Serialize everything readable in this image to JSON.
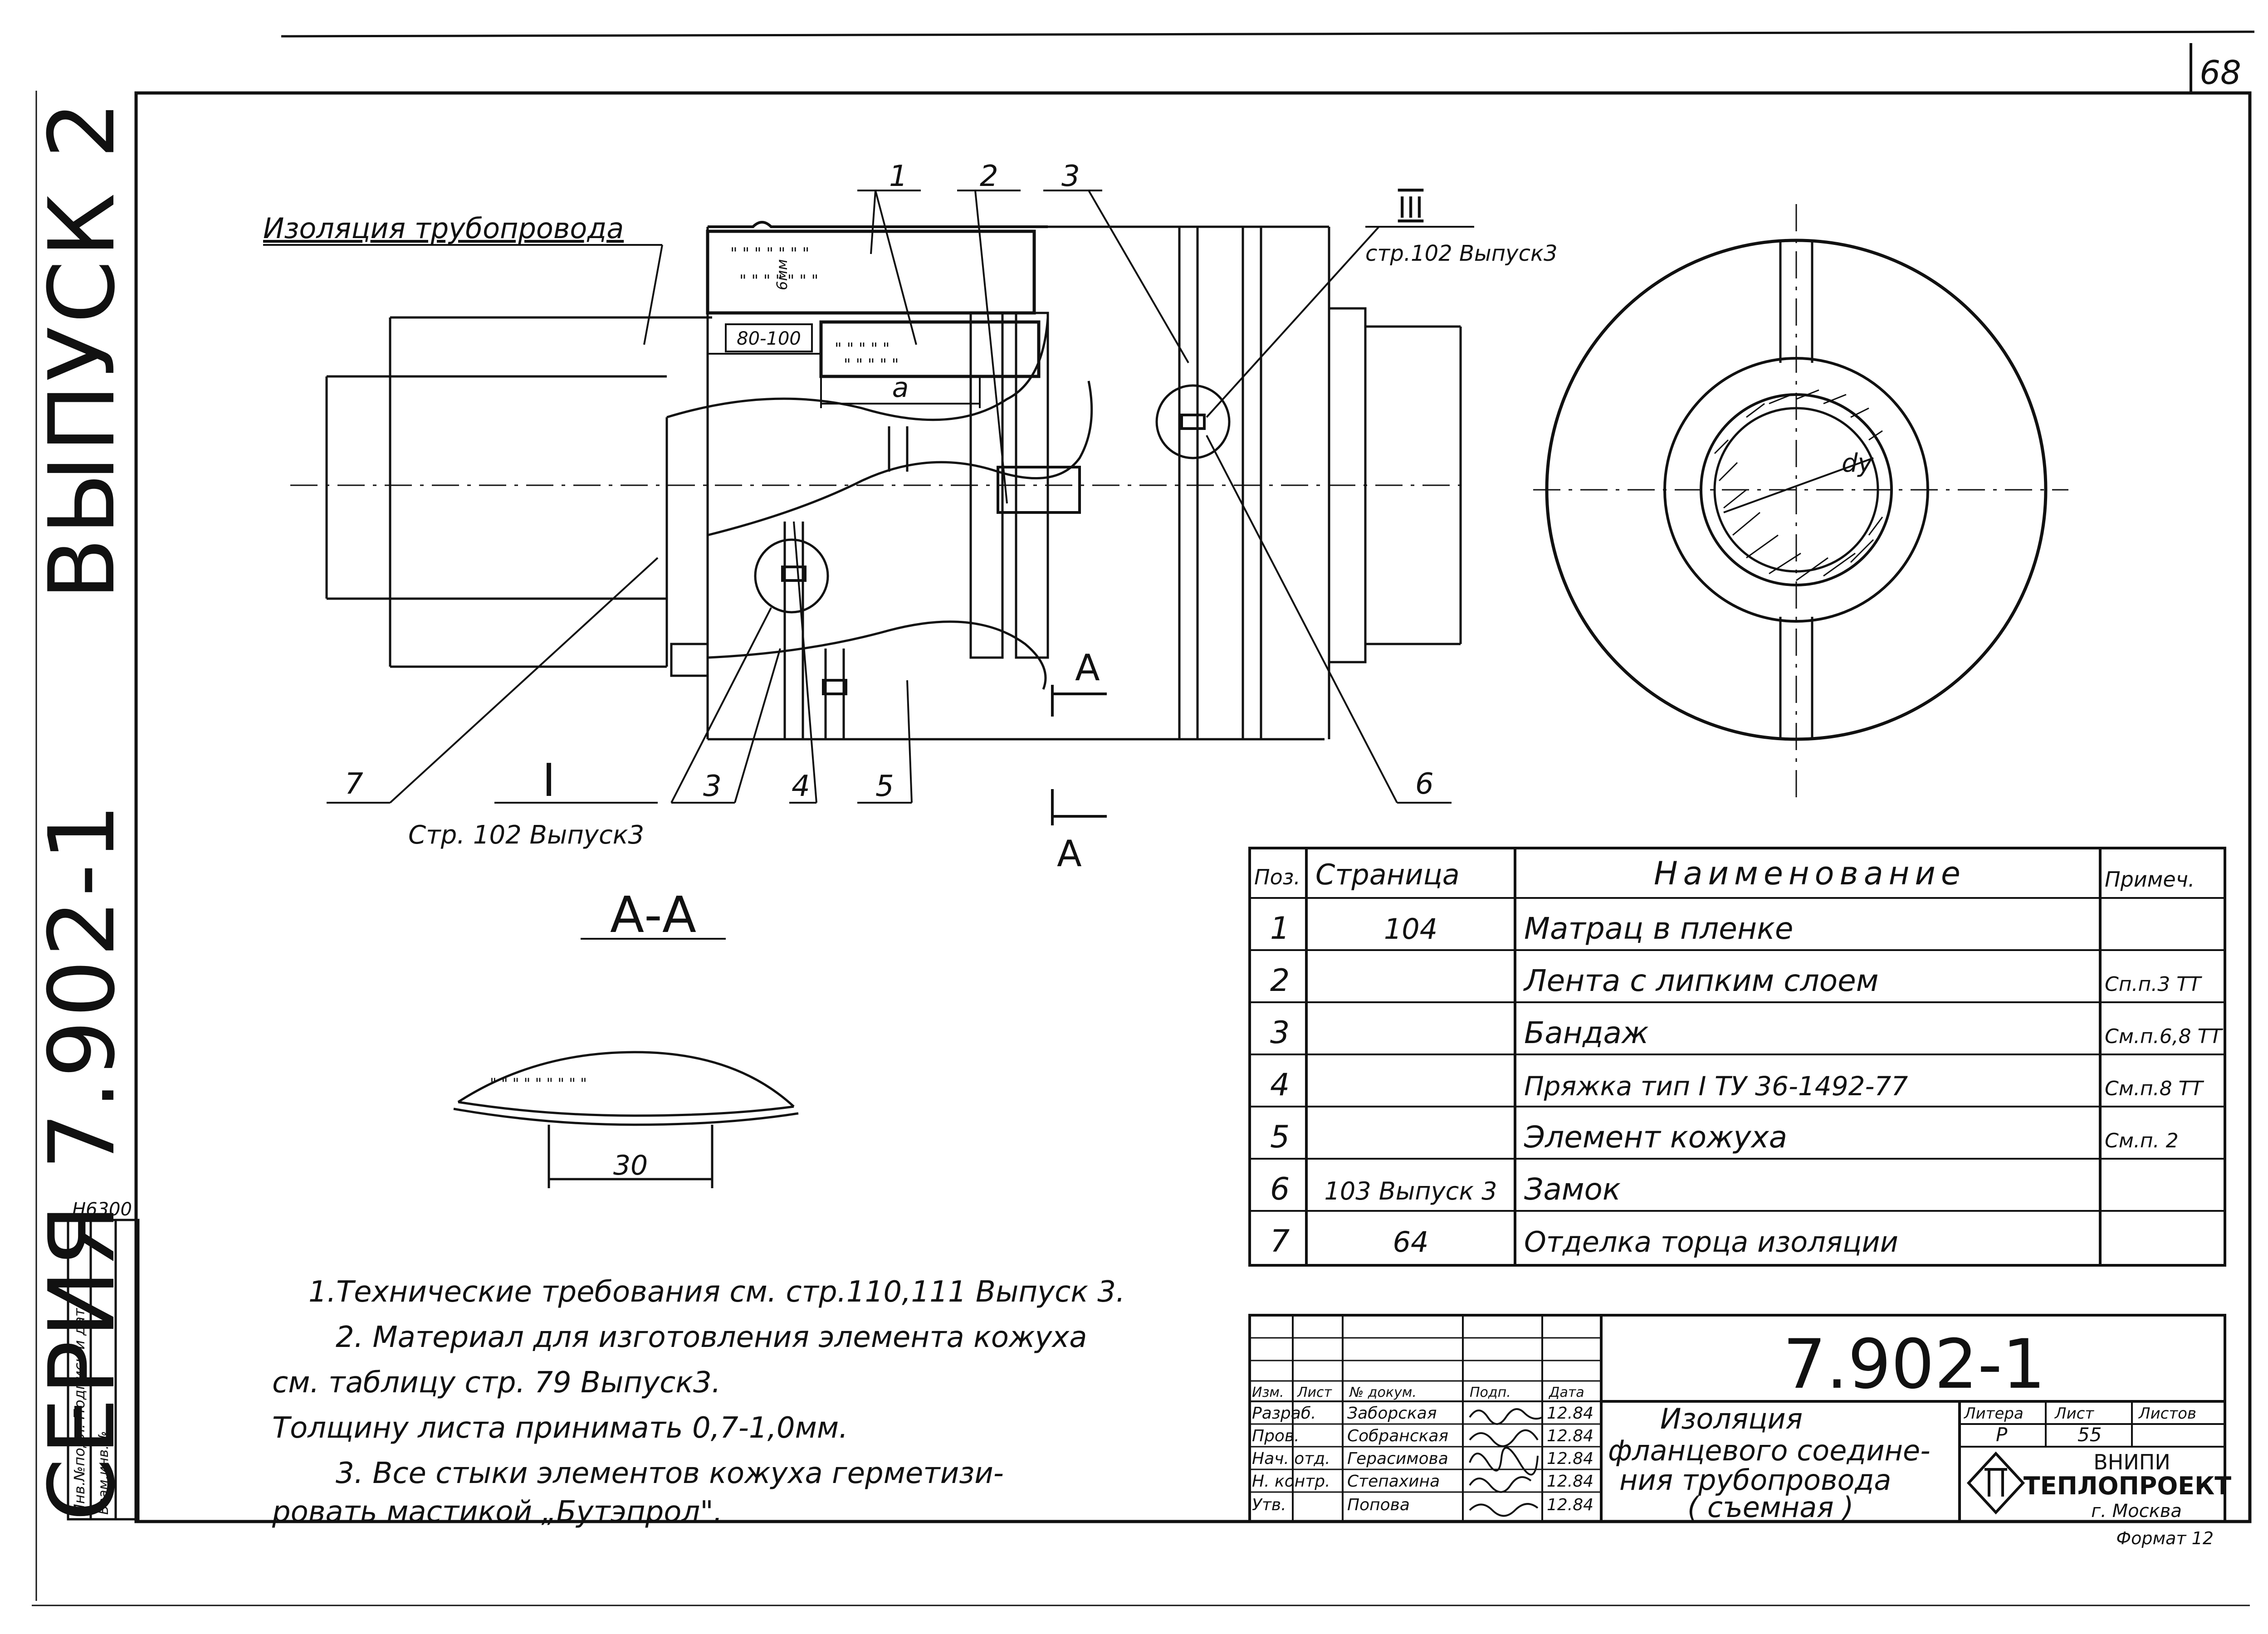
{
  "sheet_number": "68",
  "side_caption": {
    "series": "СЕРИЯ 7.902-1",
    "issue": "ВЫПУСК 2"
  },
  "stamp_codes": {
    "h": "Н6300",
    "side_columns": [
      "Инв.№подл.",
      "Подпись и дата",
      "Взам.инв.№"
    ]
  },
  "drawing": {
    "insulation_label": "Изоляция трубопровода",
    "dim_80_100": "80-100",
    "dim_a": "a",
    "dim_dy": "dy",
    "dim_30": "30",
    "wrap_text": "6мм",
    "ref_I": "I",
    "ref_III": "III",
    "ref_I_page": "Стр. 102  Выпуск3",
    "ref_III_page": "стр.102 Выпуск3",
    "section_mark": "А",
    "section_title": "А-А",
    "callouts": [
      "1",
      "2",
      "3",
      "3",
      "4",
      "5",
      "6",
      "7"
    ]
  },
  "parts_table": {
    "headers": [
      "Поз.",
      "Страница",
      "Наименование",
      "Примеч."
    ],
    "rows": [
      {
        "pos": "1",
        "page": "104",
        "name": "Матрац в пленке",
        "note": ""
      },
      {
        "pos": "2",
        "page": "",
        "name": "Лента с липким слоем",
        "note": "Сп.п.3 ТТ"
      },
      {
        "pos": "3",
        "page": "",
        "name": "Бандаж",
        "note": "См.п.6,8 ТТ"
      },
      {
        "pos": "4",
        "page": "",
        "name": "Пряжка тип I  ТУ 36-1492-77",
        "note": "См.п.8 ТТ"
      },
      {
        "pos": "5",
        "page": "",
        "name": "Элемент кожуха",
        "note": "См.п. 2"
      },
      {
        "pos": "6",
        "page": "103 Выпуск 3",
        "name": "Замок",
        "note": ""
      },
      {
        "pos": "7",
        "page": "64",
        "name": "Отделка торца изоляции",
        "note": ""
      }
    ]
  },
  "notes": [
    "1.Технические требования см. стр.110,111 Выпуск 3.",
    "2. Материал для изготовления элемента кожуха",
    "см. таблицу стр. 79  Выпуск3.",
    "Толщину листа принимать 0,7-1,0мм.",
    "3. Все стыки элементов кожуха герметизи-",
    "ровать мастикой „Бутэпрол\"."
  ],
  "title_block": {
    "doc_number": "7.902-1",
    "title_lines": [
      "Изоляция",
      "фланцевого соедине-",
      "ния трубопровода",
      "( съемная )"
    ],
    "col_headers": [
      "Изм.",
      "Лист",
      "№ докум.",
      "Подп.",
      "Дата"
    ],
    "roles": [
      {
        "role": "Разраб.",
        "name": "Заборская",
        "date": "12.84"
      },
      {
        "role": "Пров.",
        "name": "Собранская",
        "date": "12.84"
      },
      {
        "role": "Нач. отд.",
        "name": "Герасимова",
        "date": "12.84"
      },
      {
        "role": "Н. контр.",
        "name": "Степахина",
        "date": "12.84"
      },
      {
        "role": "Утв.",
        "name": "Попова",
        "date": "12.84"
      }
    ],
    "stage_headers": [
      "Литера",
      "Лист",
      "Листов"
    ],
    "stage": "Р",
    "sheet": "55",
    "sheets": "",
    "org_lines": [
      "ВНИПИ",
      "ТЕПЛОПРОЕКТ",
      "г. Москва"
    ],
    "format": "Формат 12"
  }
}
